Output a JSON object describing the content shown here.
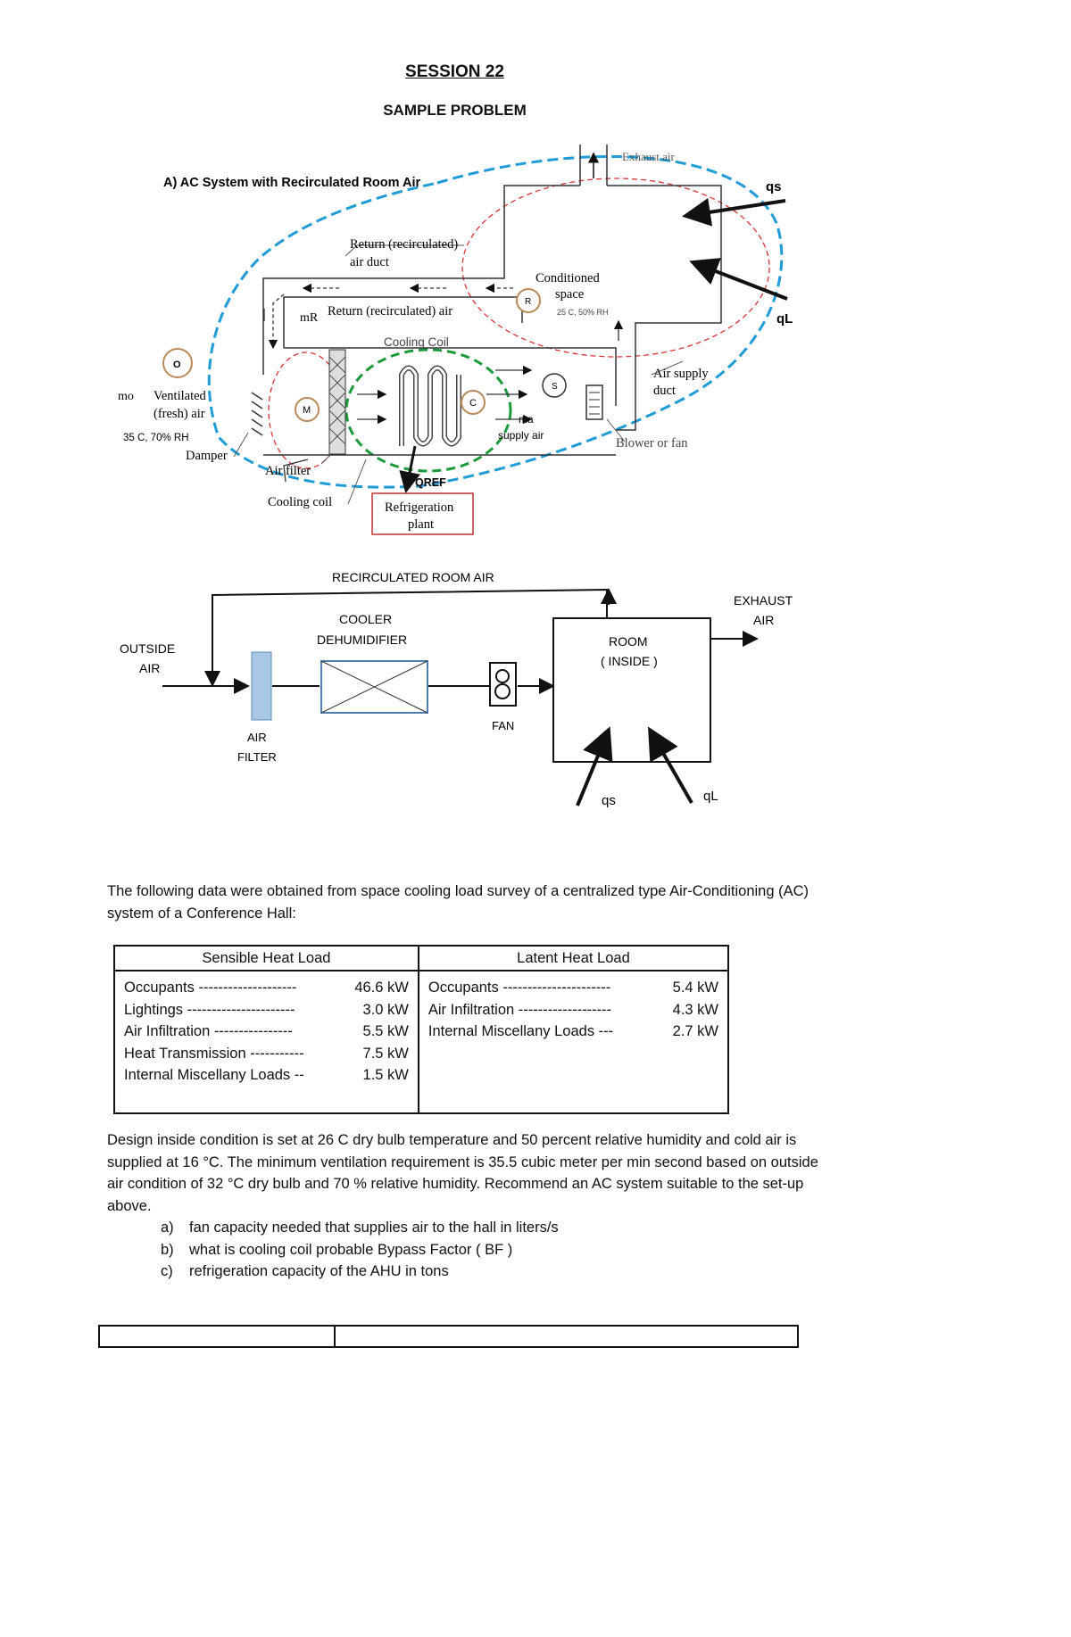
{
  "header": {
    "session": "SESSION 22",
    "problem": "SAMPLE PROBLEM"
  },
  "figure_a": {
    "heading": "A)  AC System with  Recirculated  Room Air",
    "exhaust": "Exhaust air",
    "qs": "qs",
    "ql": "qL",
    "return_duct": [
      "Return (recirculated)",
      "air duct"
    ],
    "conditioned_space": [
      "Conditioned",
      "space"
    ],
    "space_condition": "25 C, 50% RH",
    "mr": "mR",
    "return_air": "Return (recirculated) air",
    "cooling_coil_top": "Cooling Coil",
    "o": "O",
    "mo": "mo",
    "ventilated": [
      "Ventilated",
      "(fresh) air"
    ],
    "outside_condition": "35 C, 70% RH",
    "damper": "Damper",
    "m": "M",
    "c": "C",
    "r": "R",
    "s": "S",
    "ma": "ma",
    "supply_air": "supply air",
    "air_supply_duct": [
      "Air supply",
      "duct"
    ],
    "blower": "Blower or fan",
    "air_filter": "Air filter",
    "cooling_coil_bottom": "Cooling coil",
    "qref": "QREF",
    "refrigeration_plant": [
      "Refrigeration",
      "plant"
    ]
  },
  "figure_b": {
    "recirculated": "RECIRCULATED  ROOM  AIR",
    "outside_air": [
      "OUTSIDE",
      "AIR"
    ],
    "cooler": [
      "COOLER",
      "DEHUMIDIFIER"
    ],
    "air_filter": [
      "AIR",
      "FILTER"
    ],
    "fan": "FAN",
    "room": [
      "ROOM",
      "( INSIDE )"
    ],
    "exhaust": [
      "EXHAUST",
      "AIR"
    ],
    "qs": "qs",
    "ql": "qL"
  },
  "intro": "The following data were obtained from space cooling load survey of a centralized type Air-Conditioning (AC) system of a Conference Hall:",
  "loads": {
    "sensible_header": "Sensible Heat Load",
    "latent_header": "Latent Heat Load",
    "sensible": [
      {
        "label": "Occupants  --------------------",
        "value": "46.6  kW"
      },
      {
        "label": "Lightings  ----------------------",
        "value": "3.0  kW"
      },
      {
        "label": "Air Infiltration ----------------",
        "value": "5.5  kW"
      },
      {
        "label": "Heat Transmission -----------",
        "value": "7.5  kW"
      },
      {
        "label": "Internal Miscellany Loads --",
        "value": "1.5  kW"
      }
    ],
    "latent": [
      {
        "label": "Occupants  ----------------------",
        "value": "5.4  kW"
      },
      {
        "label": "Air Infiltration -------------------",
        "value": "4.3  kW"
      },
      {
        "label": "Internal Miscellany Loads ---",
        "value": "2.7  kW"
      }
    ]
  },
  "design": "Design inside condition is set at 26 C dry bulb temperature and 50 percent relative humidity and cold air is supplied at 16 °C. The minimum ventilation requirement is 35.5 cubic meter per min second based on outside air condition of 32 °C dry bulb and 70 % relative humidity. Recommend an AC system suitable to the set-up above.",
  "questions": [
    {
      "marker": "a)",
      "text": "fan capacity needed that supplies air to the hall in liters/s"
    },
    {
      "marker": "b)",
      "text": "what is cooling coil probable Bypass Factor ( BF )"
    },
    {
      "marker": "c)",
      "text": "refrigeration capacity of the AHU in tons"
    }
  ]
}
